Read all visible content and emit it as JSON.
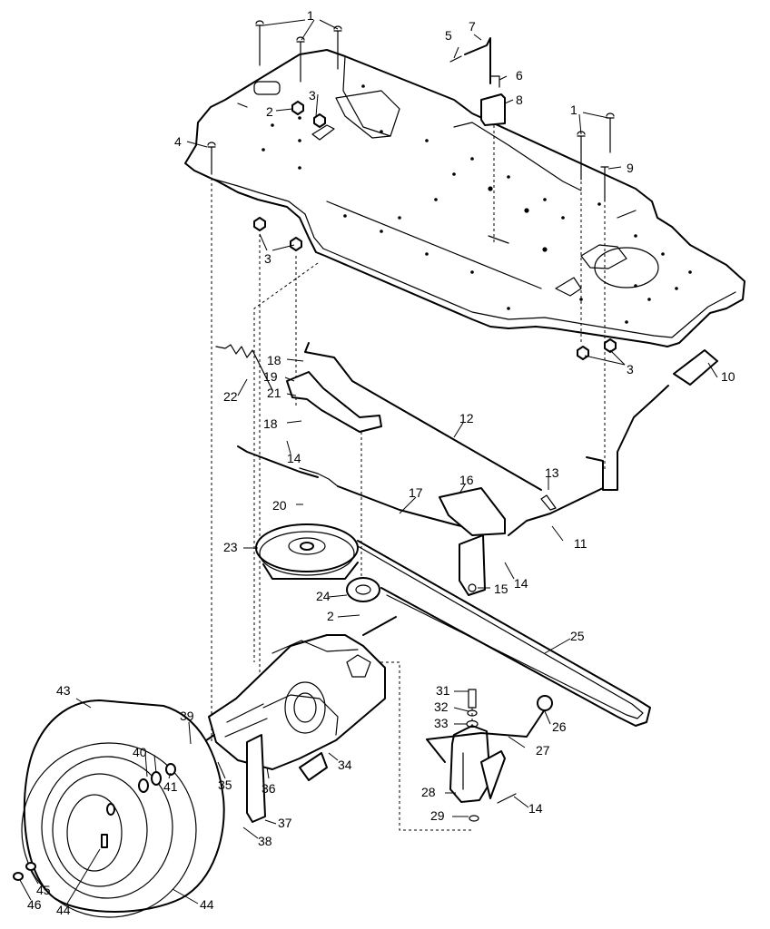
{
  "diagram": {
    "callouts": [
      {
        "id": "c1",
        "text": "1"
      },
      {
        "id": "c1b",
        "text": "1"
      },
      {
        "id": "c2",
        "text": "2"
      },
      {
        "id": "c2b",
        "text": "2"
      },
      {
        "id": "c3",
        "text": "3"
      },
      {
        "id": "c3b",
        "text": "3"
      },
      {
        "id": "c3c",
        "text": "3"
      },
      {
        "id": "c4",
        "text": "4"
      },
      {
        "id": "c5",
        "text": "5"
      },
      {
        "id": "c6",
        "text": "6"
      },
      {
        "id": "c7",
        "text": "7"
      },
      {
        "id": "c8",
        "text": "8"
      },
      {
        "id": "c9",
        "text": "9"
      },
      {
        "id": "c10",
        "text": "10"
      },
      {
        "id": "c11",
        "text": "11"
      },
      {
        "id": "c12",
        "text": "12"
      },
      {
        "id": "c13",
        "text": "13"
      },
      {
        "id": "c14",
        "text": "14"
      },
      {
        "id": "c14b",
        "text": "14"
      },
      {
        "id": "c14c",
        "text": "14"
      },
      {
        "id": "c15",
        "text": "15"
      },
      {
        "id": "c16",
        "text": "16"
      },
      {
        "id": "c17",
        "text": "17"
      },
      {
        "id": "c18",
        "text": "18"
      },
      {
        "id": "c18b",
        "text": "18"
      },
      {
        "id": "c19",
        "text": "19"
      },
      {
        "id": "c20",
        "text": "20"
      },
      {
        "id": "c21",
        "text": "21"
      },
      {
        "id": "c22",
        "text": "22"
      },
      {
        "id": "c23",
        "text": "23"
      },
      {
        "id": "c24",
        "text": "24"
      },
      {
        "id": "c25",
        "text": "25"
      },
      {
        "id": "c26",
        "text": "26"
      },
      {
        "id": "c27",
        "text": "27"
      },
      {
        "id": "c28",
        "text": "28"
      },
      {
        "id": "c29",
        "text": "29"
      },
      {
        "id": "c31",
        "text": "31"
      },
      {
        "id": "c32",
        "text": "32"
      },
      {
        "id": "c33",
        "text": "33"
      },
      {
        "id": "c34",
        "text": "34"
      },
      {
        "id": "c35",
        "text": "35"
      },
      {
        "id": "c36",
        "text": "36"
      },
      {
        "id": "c37",
        "text": "37"
      },
      {
        "id": "c38",
        "text": "38"
      },
      {
        "id": "c39",
        "text": "39"
      },
      {
        "id": "c40",
        "text": "40"
      },
      {
        "id": "c41",
        "text": "41"
      },
      {
        "id": "c43",
        "text": "43"
      },
      {
        "id": "c44",
        "text": "44"
      },
      {
        "id": "c44b",
        "text": "44"
      },
      {
        "id": "c45",
        "text": "45"
      },
      {
        "id": "c46",
        "text": "46"
      }
    ]
  }
}
